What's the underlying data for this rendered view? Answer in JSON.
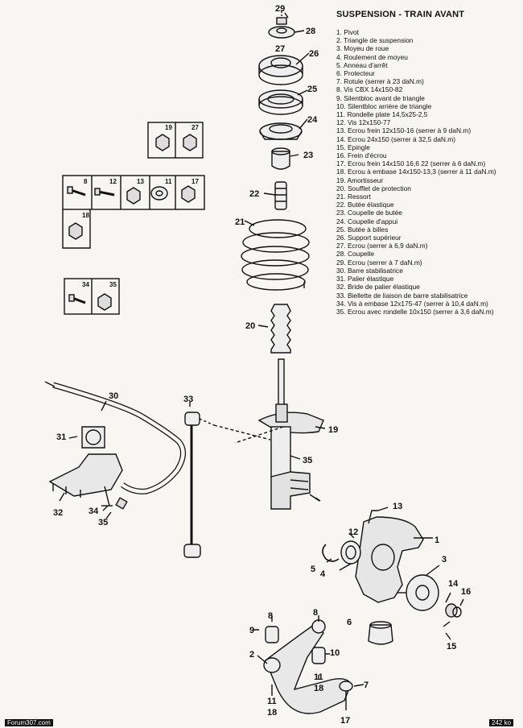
{
  "title": "SUSPENSION - TRAIN AVANT",
  "legend": [
    "1. Pivot",
    "2. Triangle de suspension",
    "3. Moyeu de roue",
    "4. Roulement de moyeu",
    "5. Anneau d'arrêt",
    "6. Protecteur",
    "7. Rotule (serrer à 23 daN.m)",
    "8. Vis CBX 14x150-82",
    "9. Silentbloc avant de triangle",
    "10. Silentbloc arrière de triangle",
    "11. Rondelle plate 14,5x25-2,5",
    "12. Vis 12x150-77",
    "13. Ecrou frein 12x150-16 (serrer à 9 daN.m)",
    "14. Ecrou 24x150 (serrer à 32,5 daN.m)",
    "15. Epingle",
    "16. Frein d'écrou",
    "17. Ecrou frein 14x150 16,6 22 (serrer à 6 daN.m)",
    "18. Ecrou à embase 14x150-13,3 (serrer à 11 daN.m)",
    "19. Amortisseur",
    "20. Soufflet de protection",
    "21. Ressort",
    "22. Butée élastique",
    "23. Coupelle de butée",
    "24. Coupelle d'appui",
    "25. Butée à billes",
    "26. Support supérieur",
    "27. Ecrou (serrer à 6,9 daN.m)",
    "28. Coupelle",
    "29. Ecrou (serrer à 7 daN.m)",
    "30. Barre stabilisatrice",
    "31. Palier élastique",
    "32. Bride de palier élastique",
    "33. Biellette de liaison de barre stabilisatrice",
    "34. Vis à embase 12x175-47 (serrer à 10,4 daN.m)",
    "35. Ecrou avec rondelle 10x150 (serrer à 3,6 daN.m)"
  ],
  "callouts": {
    "c1": "1",
    "c2": "2",
    "c3": "3",
    "c4": "4",
    "c5": "5",
    "c6": "6",
    "c7": "7",
    "c8a": "8",
    "c8b": "8",
    "c9": "9",
    "c10": "10",
    "c11a": "11",
    "c11b": "11",
    "c12": "12",
    "c13": "13",
    "c14": "14",
    "c15": "15",
    "c16": "16",
    "c17": "17",
    "c18a": "18",
    "c18b": "18",
    "c19": "19",
    "c20": "20",
    "c21": "21",
    "c22": "22",
    "c23": "23",
    "c24": "24",
    "c25": "25",
    "c26": "26",
    "c27": "27",
    "c28": "28",
    "c29": "29",
    "c30": "30",
    "c31": "31",
    "c32": "32",
    "c33": "33",
    "c34": "34",
    "c35a": "35",
    "c35b": "35"
  },
  "hardware_boxes": {
    "b19": "19",
    "b27": "27",
    "b8": "8",
    "b12": "12",
    "b13": "13",
    "b11": "11",
    "b17": "17",
    "b18": "18",
    "b34": "34",
    "b35": "35"
  },
  "footer": {
    "left": "Forum307.com",
    "right": "242 ko"
  }
}
